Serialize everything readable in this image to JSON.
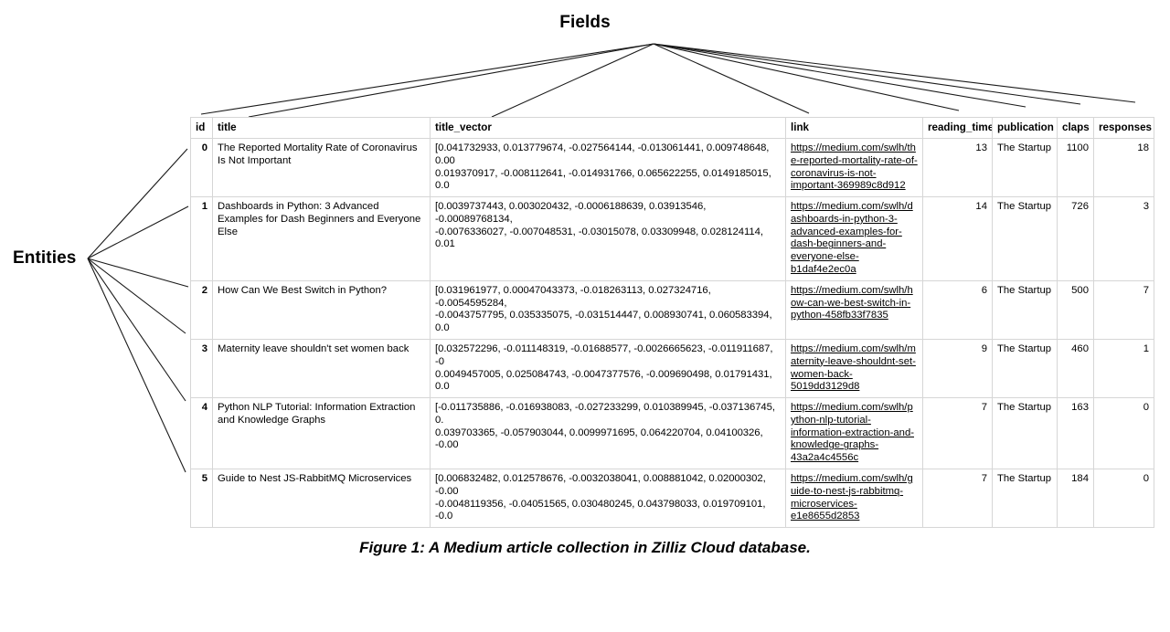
{
  "figure": {
    "fields_label": "Fields",
    "entities_label": "Entities",
    "caption": "Figure 1: A Medium article collection in Zilliz Cloud database.",
    "line_color": "#1a1a1a",
    "border_color": "#d6d6d6",
    "text_color": "#000000"
  },
  "table": {
    "columns": [
      {
        "key": "id",
        "label": "id"
      },
      {
        "key": "title",
        "label": "title"
      },
      {
        "key": "title_vector",
        "label": "title_vector"
      },
      {
        "key": "link",
        "label": "link"
      },
      {
        "key": "reading_time",
        "label": "reading_time"
      },
      {
        "key": "publication",
        "label": "publication"
      },
      {
        "key": "claps",
        "label": "claps"
      },
      {
        "key": "responses",
        "label": "responses"
      }
    ],
    "rows": [
      {
        "id": "0",
        "title": "The Reported Mortality Rate of Coronavirus Is Not Important",
        "title_vector_line1": "[0.041732933, 0.013779674, -0.027564144, -0.013061441, 0.009748648, 0.00",
        "title_vector_line2": "0.019370917, -0.008112641, -0.014931766, 0.065622255, 0.0149185015, 0.0",
        "link": "https://medium.com/swlh/the-reported-mortality-rate-of-coronavirus-is-not-important-369989c8d912",
        "reading_time": "13",
        "publication": "The Startup",
        "claps": "1100",
        "responses": "18"
      },
      {
        "id": "1",
        "title": "Dashboards in Python: 3 Advanced Examples for Dash Beginners and Everyone Else",
        "title_vector_line1": "[0.0039737443, 0.003020432, -0.0006188639, 0.03913546, -0.00089768134,",
        "title_vector_line2": "-0.0076336027, -0.007048531, -0.03015078, 0.03309948, 0.028124114, 0.01",
        "link": "https://medium.com/swlh/dashboards-in-python-3-advanced-examples-for-dash-beginners-and-everyone-else-b1daf4e2ec0a",
        "reading_time": "14",
        "publication": "The Startup",
        "claps": "726",
        "responses": "3"
      },
      {
        "id": "2",
        "title": "How Can We Best Switch in Python?",
        "title_vector_line1": "[0.031961977, 0.00047043373, -0.018263113, 0.027324716, -0.0054595284,",
        "title_vector_line2": "-0.0043757795, 0.035335075, -0.031514447, 0.008930741, 0.060583394, 0.0",
        "link": "https://medium.com/swlh/how-can-we-best-switch-in-python-458fb33f7835",
        "reading_time": "6",
        "publication": "The Startup",
        "claps": "500",
        "responses": "7"
      },
      {
        "id": "3",
        "title": "Maternity leave shouldn't set women back",
        "title_vector_line1": "[0.032572296, -0.011148319, -0.01688577, -0.0026665623, -0.011911687, -0",
        "title_vector_line2": "0.0049457005, 0.025084743, -0.0047377576, -0.009690498, 0.01791431, 0.0",
        "link": "https://medium.com/swlh/maternity-leave-shouldnt-set-women-back-5019dd3129d8",
        "reading_time": "9",
        "publication": "The Startup",
        "claps": "460",
        "responses": "1"
      },
      {
        "id": "4",
        "title": "Python NLP Tutorial: Information Extraction and Knowledge Graphs",
        "title_vector_line1": "[-0.011735886, -0.016938083, -0.027233299, 0.010389945, -0.037136745, 0.",
        "title_vector_line2": "0.039703365, -0.057903044, 0.0099971695, 0.064220704, 0.04100326, -0.00",
        "link": "https://medium.com/swlh/python-nlp-tutorial-information-extraction-and-knowledge-graphs-43a2a4c4556c",
        "reading_time": "7",
        "publication": "The Startup",
        "claps": "163",
        "responses": "0"
      },
      {
        "id": "5",
        "title": "Guide to Nest JS-RabbitMQ Microservices",
        "title_vector_line1": "[0.006832482, 0.012578676, -0.0032038041, 0.008881042, 0.02000302, -0.00",
        "title_vector_line2": "-0.0048119356, -0.04051565, 0.030480245, 0.043798033, 0.019709101, -0.0",
        "link": "https://medium.com/swlh/guide-to-nest-js-rabbitmq-microservices-e1e8655d2853",
        "reading_time": "7",
        "publication": "The Startup",
        "claps": "184",
        "responses": "0"
      }
    ]
  }
}
